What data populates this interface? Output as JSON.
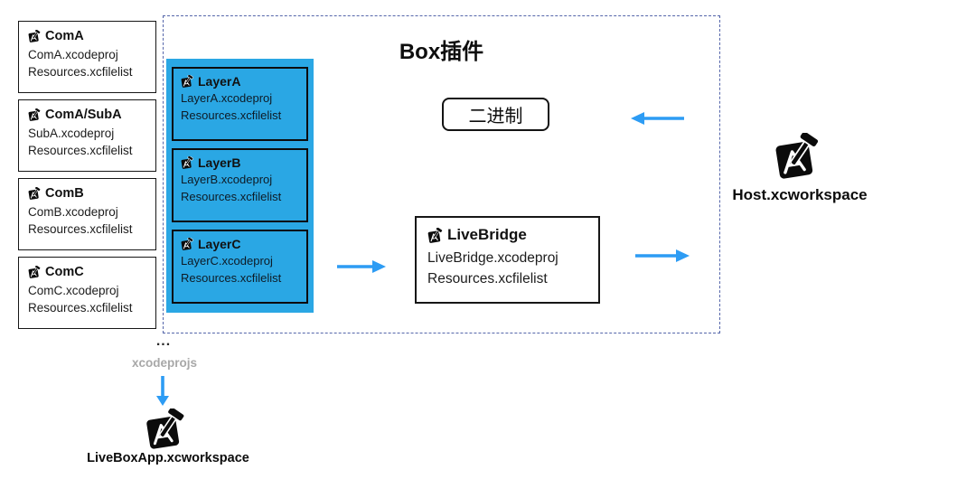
{
  "colors": {
    "layer-fill": "#2AA7E4",
    "arrow": "#2D9CF4",
    "dash": "#5566AA",
    "muted": "#A8A8A8"
  },
  "icons": {
    "project": "xcode-project-icon",
    "workspace": "xcode-workspace-icon"
  },
  "left_components": [
    {
      "title": "ComA",
      "files": [
        "ComA.xcodeproj",
        "Resources.xcfilelist"
      ]
    },
    {
      "title": "ComA/SubA",
      "files": [
        "SubA.xcodeproj",
        "Resources.xcfilelist"
      ]
    },
    {
      "title": "ComB",
      "files": [
        "ComB.xcodeproj",
        "Resources.xcfilelist"
      ]
    },
    {
      "title": "ComC",
      "files": [
        "ComC.xcodeproj",
        "Resources.xcfilelist"
      ]
    }
  ],
  "plugin": {
    "title": "Box插件",
    "binary_label": "二进制",
    "layers": [
      {
        "title": "LayerA",
        "files": [
          "LayerA.xcodeproj",
          "Resources.xcfilelist"
        ]
      },
      {
        "title": "LayerB",
        "files": [
          "LayerB.xcodeproj",
          "Resources.xcfilelist"
        ]
      },
      {
        "title": "LayerC",
        "files": [
          "LayerC.xcodeproj",
          "Resources.xcfilelist"
        ]
      }
    ],
    "bridge": {
      "title": "LiveBridge",
      "files": [
        "LiveBridge.xcodeproj",
        "Resources.xcfilelist"
      ]
    }
  },
  "host": {
    "label": "Host.xcworkspace"
  },
  "bottom": {
    "ellipsis": "...",
    "caption": "xcodeprojs",
    "workspace_label": "LiveBoxApp.xcworkspace"
  }
}
